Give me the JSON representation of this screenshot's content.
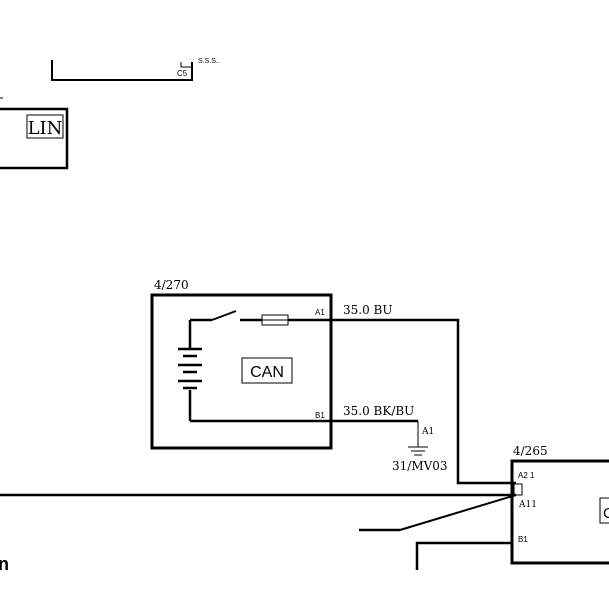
{
  "top_fragment": {
    "connector": "C5",
    "clipped_text": "S.S.S.."
  },
  "lin_module": {
    "label": "LIN"
  },
  "module_4_270": {
    "ref": "4/270",
    "label": "CAN",
    "pin_a1": "A1",
    "pin_b1": "B1"
  },
  "wires": {
    "wire_a1": "35.0 BU",
    "wire_b1": "35.0 BK/BU"
  },
  "ground": {
    "pin": "A1",
    "ref": "31/MV03"
  },
  "module_4_265": {
    "ref": "4/265",
    "pin_a21": "A2 1",
    "pin_a11": "A11",
    "pin_b1": "B1",
    "label_partial": "C"
  },
  "left_edge_label": "n"
}
